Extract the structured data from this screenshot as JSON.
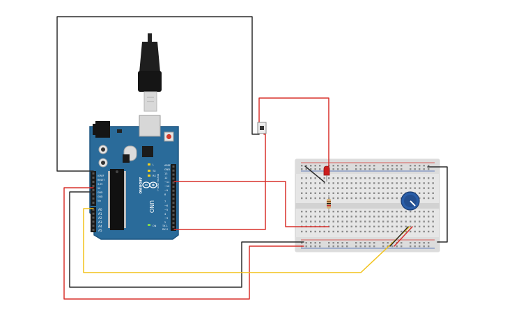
{
  "board": {
    "brand": "ARDUINO",
    "model": "UNO",
    "power_labels": [
      "IOREF",
      "RESET",
      "3.3V",
      "5V",
      "GND",
      "GND",
      "Vin"
    ],
    "analog_labels": [
      "A0",
      "A1",
      "A2",
      "A3",
      "A4",
      "A5"
    ],
    "digital_header": "DIGITAL (PWM~)",
    "digital_labels": [
      "AREF",
      "GND",
      "13",
      "12",
      "~11",
      "~10",
      "~9",
      "8",
      "7",
      "~6",
      "~5",
      "4",
      "~3",
      "2",
      "TX 1",
      "RX 0"
    ],
    "led_labels": [
      "L",
      "TX",
      "RX"
    ],
    "on_label": "ON"
  },
  "colors": {
    "board": "#2a6b9a",
    "board_edge": "#1d5580",
    "red_wire": "#d9302c",
    "black_wire": "#2b2b2b",
    "yellow_wire": "#f2c21b",
    "led": "#cc1d1d",
    "pot": "#2a5ea8"
  }
}
